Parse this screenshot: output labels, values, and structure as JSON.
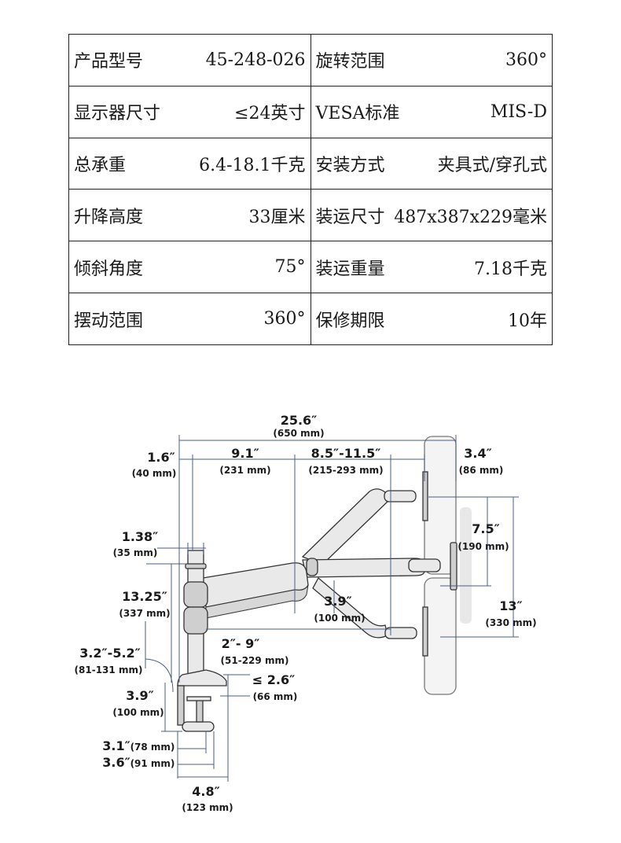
{
  "spec_table": {
    "rows": [
      {
        "left_label": "产品型号",
        "left_value": "45-248-026",
        "right_label": "旋转范围",
        "right_value": "360°"
      },
      {
        "left_label": "显示器尺寸",
        "left_value": "≤24英寸",
        "right_label": "VESA标准",
        "right_value": "MIS-D"
      },
      {
        "left_label": "总承重",
        "left_value": "6.4-18.1千克",
        "right_label": "安装方式",
        "right_value": "夹具式/穿孔式"
      },
      {
        "left_label": "升降高度",
        "left_value": "33厘米",
        "right_label": "装运尺寸",
        "right_value": "487x387x229毫米"
      },
      {
        "left_label": "倾斜角度",
        "left_value": "75°",
        "right_label": "装运重量",
        "right_value": "7.18千克"
      },
      {
        "left_label": "摆动范围",
        "left_value": "360°",
        "right_label": "保修期限",
        "right_value": "10年"
      }
    ]
  },
  "diagram": {
    "total_width": {
      "imperial": "25.6″",
      "metric": "(650 mm)"
    },
    "pole_offset": {
      "imperial": "1.6″",
      "metric": "(40 mm)"
    },
    "arm_length": {
      "imperial": "9.1″",
      "metric": "(231 mm)"
    },
    "extension": {
      "imperial": "8.5″-11.5″",
      "metric": "(215-293 mm)"
    },
    "screen_offset": {
      "imperial": "3.4″",
      "metric": "(86 mm)"
    },
    "pole_diameter": {
      "imperial": "1.38″",
      "metric": "(35 mm)"
    },
    "tilt_range": {
      "imperial": "7.5″",
      "metric": "(190 mm)"
    },
    "pole_height": {
      "imperial": "13.25″",
      "metric": "(337 mm)"
    },
    "arm_drop": {
      "imperial": "3.9″",
      "metric": "(100 mm)"
    },
    "lift_range": {
      "imperial": "13″",
      "metric": "(330 mm)"
    },
    "clamp_reach": {
      "imperial": "2″- 9″",
      "metric": "(51-229 mm)"
    },
    "desk_thickness_range": {
      "imperial": "3.2″-5.2″",
      "metric": "(81-131 mm)"
    },
    "desk_max": {
      "imperial": "≤ 2.6″",
      "metric": "(66 mm)"
    },
    "clamp_height": {
      "imperial": "3.9″",
      "metric": "(100 mm)"
    },
    "clamp_depth_a": {
      "imperial": "3.1″",
      "metric": "(78 mm)"
    },
    "clamp_depth_b": {
      "imperial": "3.6″",
      "metric": "(91 mm)"
    },
    "base_width": {
      "imperial": "4.8″",
      "metric": "(123 mm)"
    }
  }
}
